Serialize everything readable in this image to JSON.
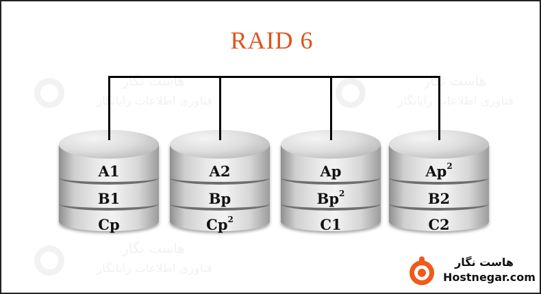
{
  "title": "RAID 6",
  "watermark": {
    "line1": "هاست نگار",
    "line2": "فناوری اطلاعات رایانگار"
  },
  "disks": [
    {
      "blocks": [
        {
          "text": "A1",
          "sup": ""
        },
        {
          "text": "B1",
          "sup": ""
        },
        {
          "text": "Cp",
          "sup": ""
        }
      ]
    },
    {
      "blocks": [
        {
          "text": "A2",
          "sup": ""
        },
        {
          "text": "Bp",
          "sup": ""
        },
        {
          "text": "Cp",
          "sup": "2"
        }
      ]
    },
    {
      "blocks": [
        {
          "text": "Ap",
          "sup": ""
        },
        {
          "text": "Bp",
          "sup": "2"
        },
        {
          "text": "C1",
          "sup": ""
        }
      ]
    },
    {
      "blocks": [
        {
          "text": "Ap",
          "sup": "2"
        },
        {
          "text": "B2",
          "sup": ""
        },
        {
          "text": "C2",
          "sup": ""
        }
      ]
    }
  ],
  "brand": {
    "name_fa": "هاست نگار",
    "name_en": "Hostnegar.com",
    "color": "#f05a1a"
  },
  "colors": {
    "title": "#e0531c",
    "connector": "#000000"
  }
}
